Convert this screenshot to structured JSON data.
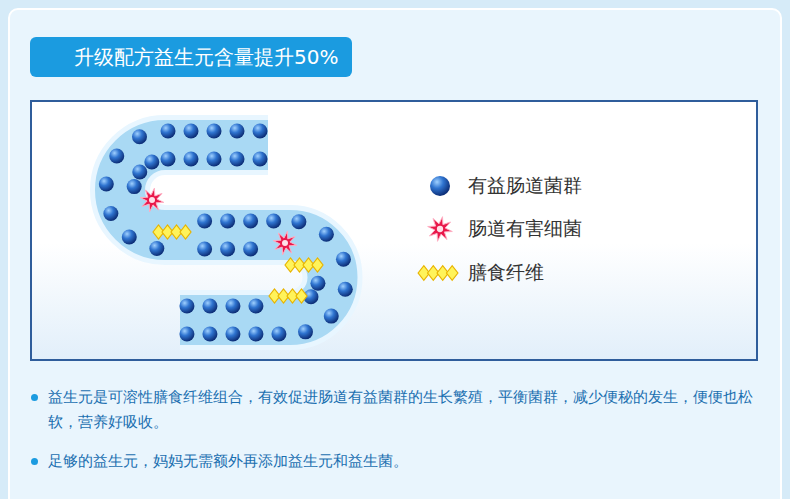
{
  "diagram": {
    "title": "升级配方益生元含量提升50%",
    "labels": [
      "益生元是可溶性膳食纤维组合，有效促进肠道有益菌群的生长繁殖，平衡菌群，减少便秘的发生，便便也松软，营养好吸收。",
      "足够的益生元，妈妈无需额外再添加益生元和益生菌。"
    ],
    "legend": [
      {
        "text": "有益肠道菌群"
      },
      {
        "text": "肠道有害细菌"
      },
      {
        "text": "膳食纤维"
      }
    ]
  }
}
